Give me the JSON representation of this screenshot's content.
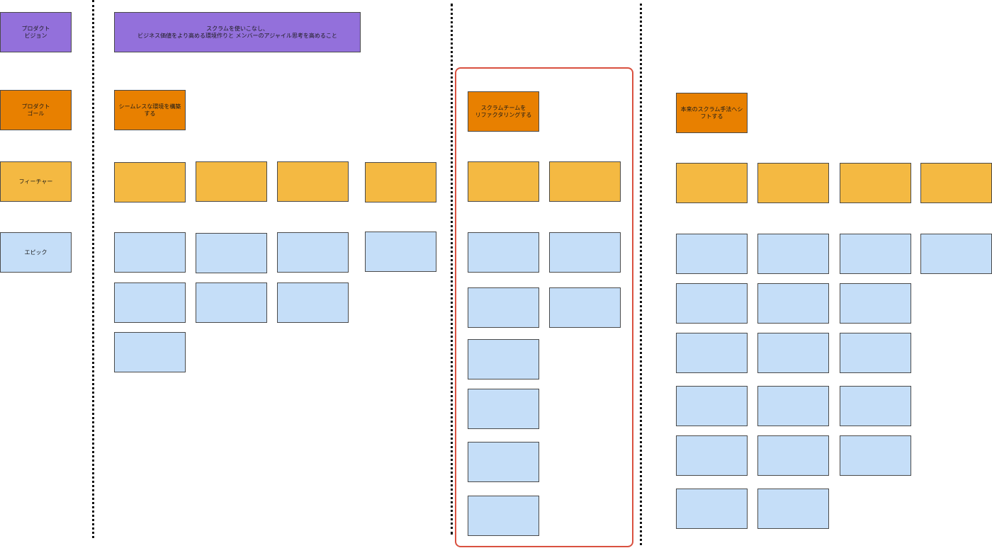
{
  "labels": {
    "vision": "プロダクト\nビジョン",
    "goal": "プロダクト\nゴール",
    "feature": "フィーチャー",
    "epic": "エピック"
  },
  "vision_text": "スクラムを使いこなし、\nビジネス価値をより高める環境作りと メンバーのアジャイル思考を高めること",
  "goals": [
    "シームレスな環境を構築\nする",
    "スクラムチームを\nリファクタリングする",
    "本来のスクラム手法へシ\nフトする"
  ],
  "colors": {
    "vision": "#9370db",
    "goal": "#e88000",
    "feature": "#f4b942",
    "epic": "#c5def8",
    "highlight": "#d9503f"
  }
}
